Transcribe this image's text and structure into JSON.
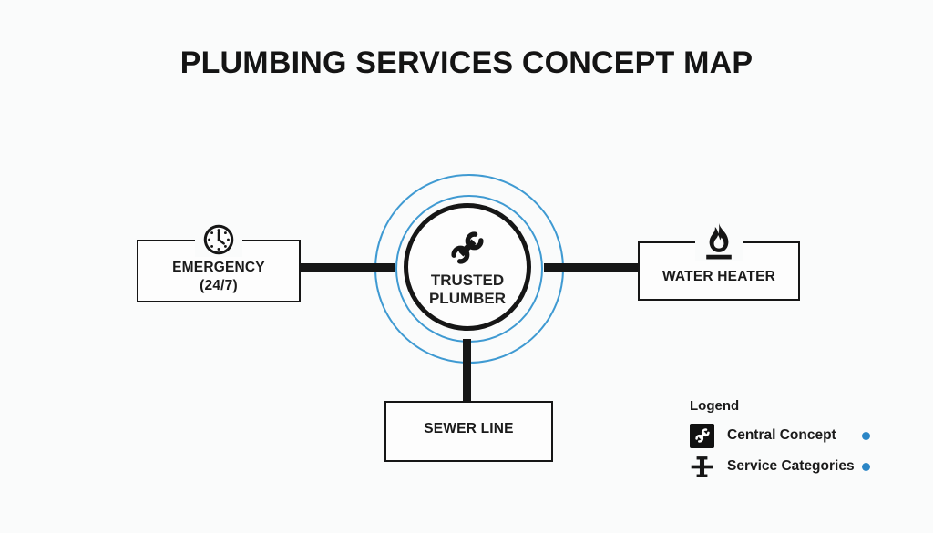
{
  "title": "PLUMBING SERVICES CONCEPT MAP",
  "center": {
    "icon": "wrench-icon",
    "label_line1": "TRUSTED",
    "label_line2": "PLUMBER"
  },
  "nodes": {
    "emergency": {
      "icon": "clock-icon",
      "label_line1": "EMERGENCY",
      "label_line2": "(24/7)"
    },
    "water_heater": {
      "icon": "flame-icon",
      "label": "WATER HEATER"
    },
    "sewer_line": {
      "label": "SEWER LINE"
    }
  },
  "legend": {
    "title": "Logend",
    "items": [
      {
        "icon": "wrench-icon",
        "label": "Central Concept",
        "marker_color": "#2b86c6"
      },
      {
        "icon": "pipe-fitting-icon",
        "label": "Service Categories",
        "marker_color": "#2b86c6"
      }
    ]
  },
  "colors": {
    "ink": "#161616",
    "ring_blue": "#3f9ad2",
    "accent_blue": "#2b86c6",
    "background": "#fafbfb",
    "node_fill": "#fdfdfd"
  }
}
